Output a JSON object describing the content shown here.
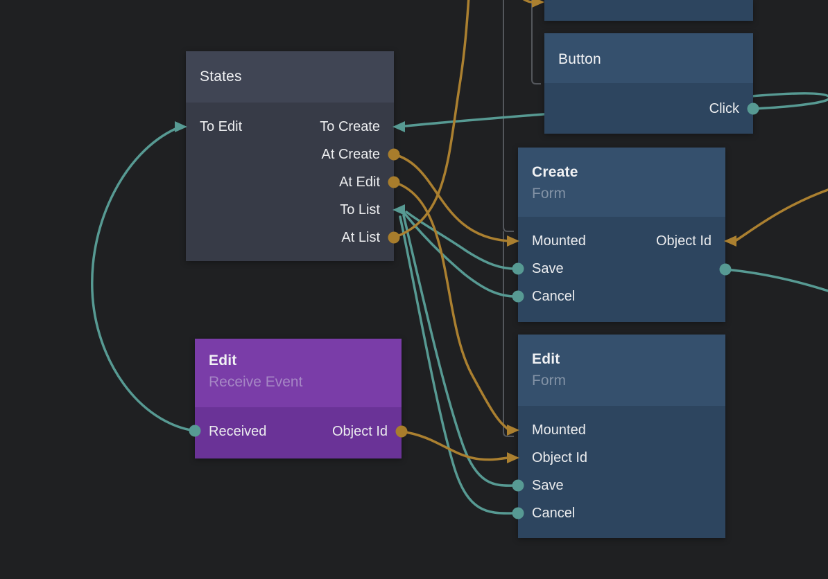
{
  "app": {
    "kind": "flow-graph-editor-canvas"
  },
  "colors": {
    "background": "#1f2022",
    "wire_event": "#579a93",
    "wire_data": "#ab8030",
    "wire_inactive": "#54575c",
    "node_gray_header": "#404554",
    "node_gray_body": "#373b47",
    "node_blue_header": "#35506d",
    "node_blue_body": "#2d455f",
    "node_purple_header": "#7a3da8",
    "node_purple_body": "#6a3397"
  },
  "nodes": {
    "states": {
      "title": "States",
      "ports": {
        "to_edit": {
          "label": "To Edit",
          "side": "left",
          "marker": "arrow-in",
          "color": "teal"
        },
        "to_create": {
          "label": "To Create",
          "side": "right",
          "marker": "arrow-in",
          "color": "teal"
        },
        "at_create": {
          "label": "At Create",
          "side": "right",
          "marker": "dot-out",
          "color": "orange"
        },
        "at_edit": {
          "label": "At Edit",
          "side": "right",
          "marker": "dot-out",
          "color": "orange"
        },
        "to_list": {
          "label": "To List",
          "side": "right",
          "marker": "arrow-in",
          "color": "teal"
        },
        "at_list": {
          "label": "At List",
          "side": "right",
          "marker": "dot-out",
          "color": "orange"
        }
      }
    },
    "button": {
      "title": "Button",
      "ports": {
        "click": {
          "label": "Click",
          "side": "right",
          "marker": "dot-out",
          "color": "teal"
        }
      }
    },
    "create_form": {
      "title": "Create",
      "subtitle": "Form",
      "ports": {
        "mounted": {
          "label": "Mounted",
          "side": "left",
          "marker": "arrow-in",
          "color": "orange"
        },
        "object_id": {
          "label": "Object Id",
          "side": "right",
          "marker": "arrow-in",
          "color": "orange"
        },
        "save": {
          "label": "Save",
          "side": "left",
          "marker": "dot-out",
          "color": "teal"
        },
        "cancel": {
          "label": "Cancel",
          "side": "left",
          "marker": "dot-out",
          "color": "teal"
        },
        "out_right": {
          "label": "",
          "side": "right",
          "marker": "dot-out",
          "color": "teal"
        }
      }
    },
    "edit_receive": {
      "title": "Edit",
      "subtitle": "Receive Event",
      "ports": {
        "received": {
          "label": "Received",
          "side": "left",
          "marker": "dot-out",
          "color": "teal"
        },
        "object_id": {
          "label": "Object Id",
          "side": "right",
          "marker": "dot-out",
          "color": "orange"
        }
      }
    },
    "edit_form": {
      "title": "Edit",
      "subtitle": "Form",
      "ports": {
        "mounted": {
          "label": "Mounted",
          "side": "left",
          "marker": "arrow-in",
          "color": "orange"
        },
        "object_id": {
          "label": "Object Id",
          "side": "left",
          "marker": "arrow-in",
          "color": "orange"
        },
        "save": {
          "label": "Save",
          "side": "left",
          "marker": "dot-out",
          "color": "teal"
        },
        "cancel": {
          "label": "Cancel",
          "side": "left",
          "marker": "dot-out",
          "color": "teal"
        }
      }
    }
  },
  "connections": [
    {
      "from": "button.click",
      "to": "states.to_create",
      "color": "teal"
    },
    {
      "from": "edit_receive.received",
      "to": "states.to_edit",
      "color": "teal"
    },
    {
      "from": "create_form.save",
      "to": "states.to_list",
      "color": "teal"
    },
    {
      "from": "create_form.cancel",
      "to": "states.to_list",
      "color": "teal"
    },
    {
      "from": "edit_form.save",
      "to": "states.to_list",
      "color": "teal"
    },
    {
      "from": "edit_form.cancel",
      "to": "states.to_list",
      "color": "teal"
    },
    {
      "from": "create_form.out_right",
      "to": "offscreen-right",
      "color": "teal"
    },
    {
      "from": "states.at_create",
      "to": "create_form.mounted",
      "color": "orange"
    },
    {
      "from": "states.at_edit",
      "to": "edit_form.mounted",
      "color": "orange"
    },
    {
      "from": "states.at_list",
      "to": "offscreen-top",
      "color": "orange"
    },
    {
      "from": "edit_receive.object_id",
      "to": "edit_form.object_id",
      "color": "orange"
    },
    {
      "from": "offscreen-right",
      "to": "create_form.object_id",
      "color": "orange"
    },
    {
      "from": "offscreen-top",
      "to": "node-top-partial",
      "color": "orange"
    },
    {
      "from": "offscreen-top",
      "to": "create_form.mounted",
      "color": "gray"
    },
    {
      "from": "offscreen-top",
      "to": "edit_form.mounted",
      "color": "gray"
    },
    {
      "from": "offscreen-top",
      "to": "button",
      "color": "gray"
    }
  ]
}
